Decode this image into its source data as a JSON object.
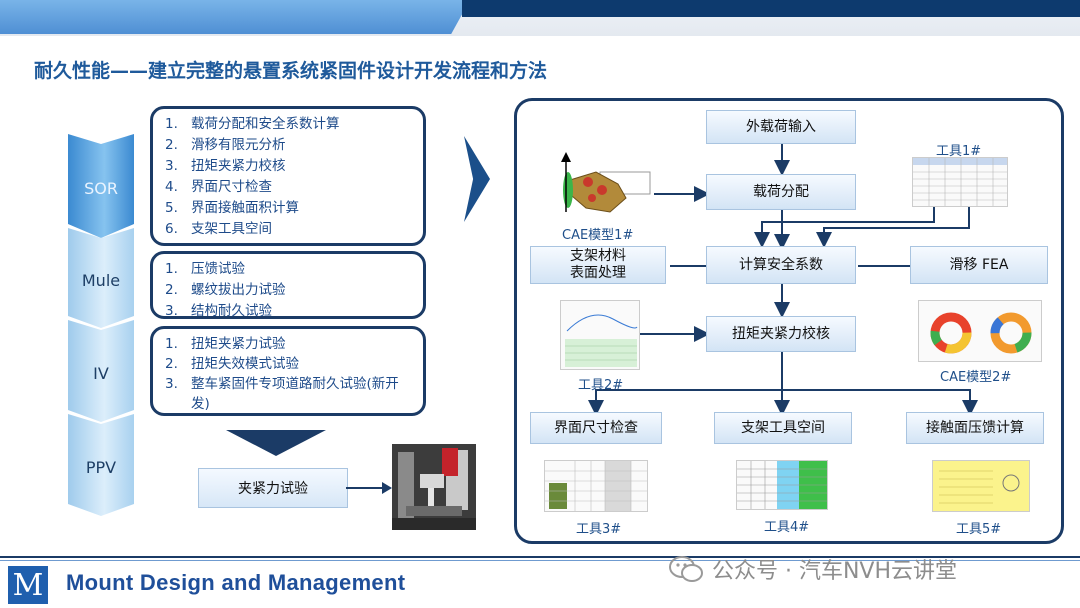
{
  "title": "耐久性能——建立完整的悬置系统紧固件设计开发流程和方法",
  "phases": [
    "SOR",
    "Mule",
    "IV",
    "PPV"
  ],
  "sor_items": [
    {
      "n": "1.",
      "text": "载荷分配和安全系数计算"
    },
    {
      "n": "2.",
      "text": "滑移有限元分析"
    },
    {
      "n": "3.",
      "text": "扭矩夹紧力校核"
    },
    {
      "n": "4.",
      "text": "界面尺寸检查"
    },
    {
      "n": "5.",
      "text": "界面接触面积计算"
    },
    {
      "n": "6.",
      "text": "支架工具空间"
    }
  ],
  "mule_items": [
    {
      "n": "1.",
      "text": "压馈试验"
    },
    {
      "n": "2.",
      "text": "螺纹拔出力试验"
    },
    {
      "n": "3.",
      "text": "结构耐久试验"
    }
  ],
  "iv_items": [
    {
      "n": "1.",
      "text": "扭矩夹紧力试验"
    },
    {
      "n": "2.",
      "text": "扭矩失效模式试验"
    },
    {
      "n": "3.",
      "text": "整车紧固件专项道路耐久试验(新开发)"
    }
  ],
  "ppv_box": "夹紧力试验",
  "flow": {
    "external_load": "外载荷输入",
    "load_distribution": "载荷分配",
    "safety_factor": "计算安全系数",
    "bracket_material": "支架材料\n表面处理",
    "slip_fea": "滑移 FEA",
    "torque_check": "扭矩夹紧力校核",
    "interface_check": "界面尺寸检查",
    "bracket_tool_space": "支架工具空间",
    "contact_calc": "接触面压馈计算"
  },
  "labels": {
    "cae1": "CAE模型1#",
    "tool1": "工具1#",
    "tool2": "工具2#",
    "cae2": "CAE模型2#",
    "tool3": "工具3#",
    "tool4": "工具4#",
    "tool5": "工具5#"
  },
  "footer": {
    "logo_letter": "M",
    "brand": "Mount Design and Management",
    "watermark": "公众号 · 汽车NVH云讲堂"
  },
  "colors": {
    "accent": "#1f5a9b",
    "navy": "#1b3b66",
    "list_text": "#1e4b8a"
  }
}
